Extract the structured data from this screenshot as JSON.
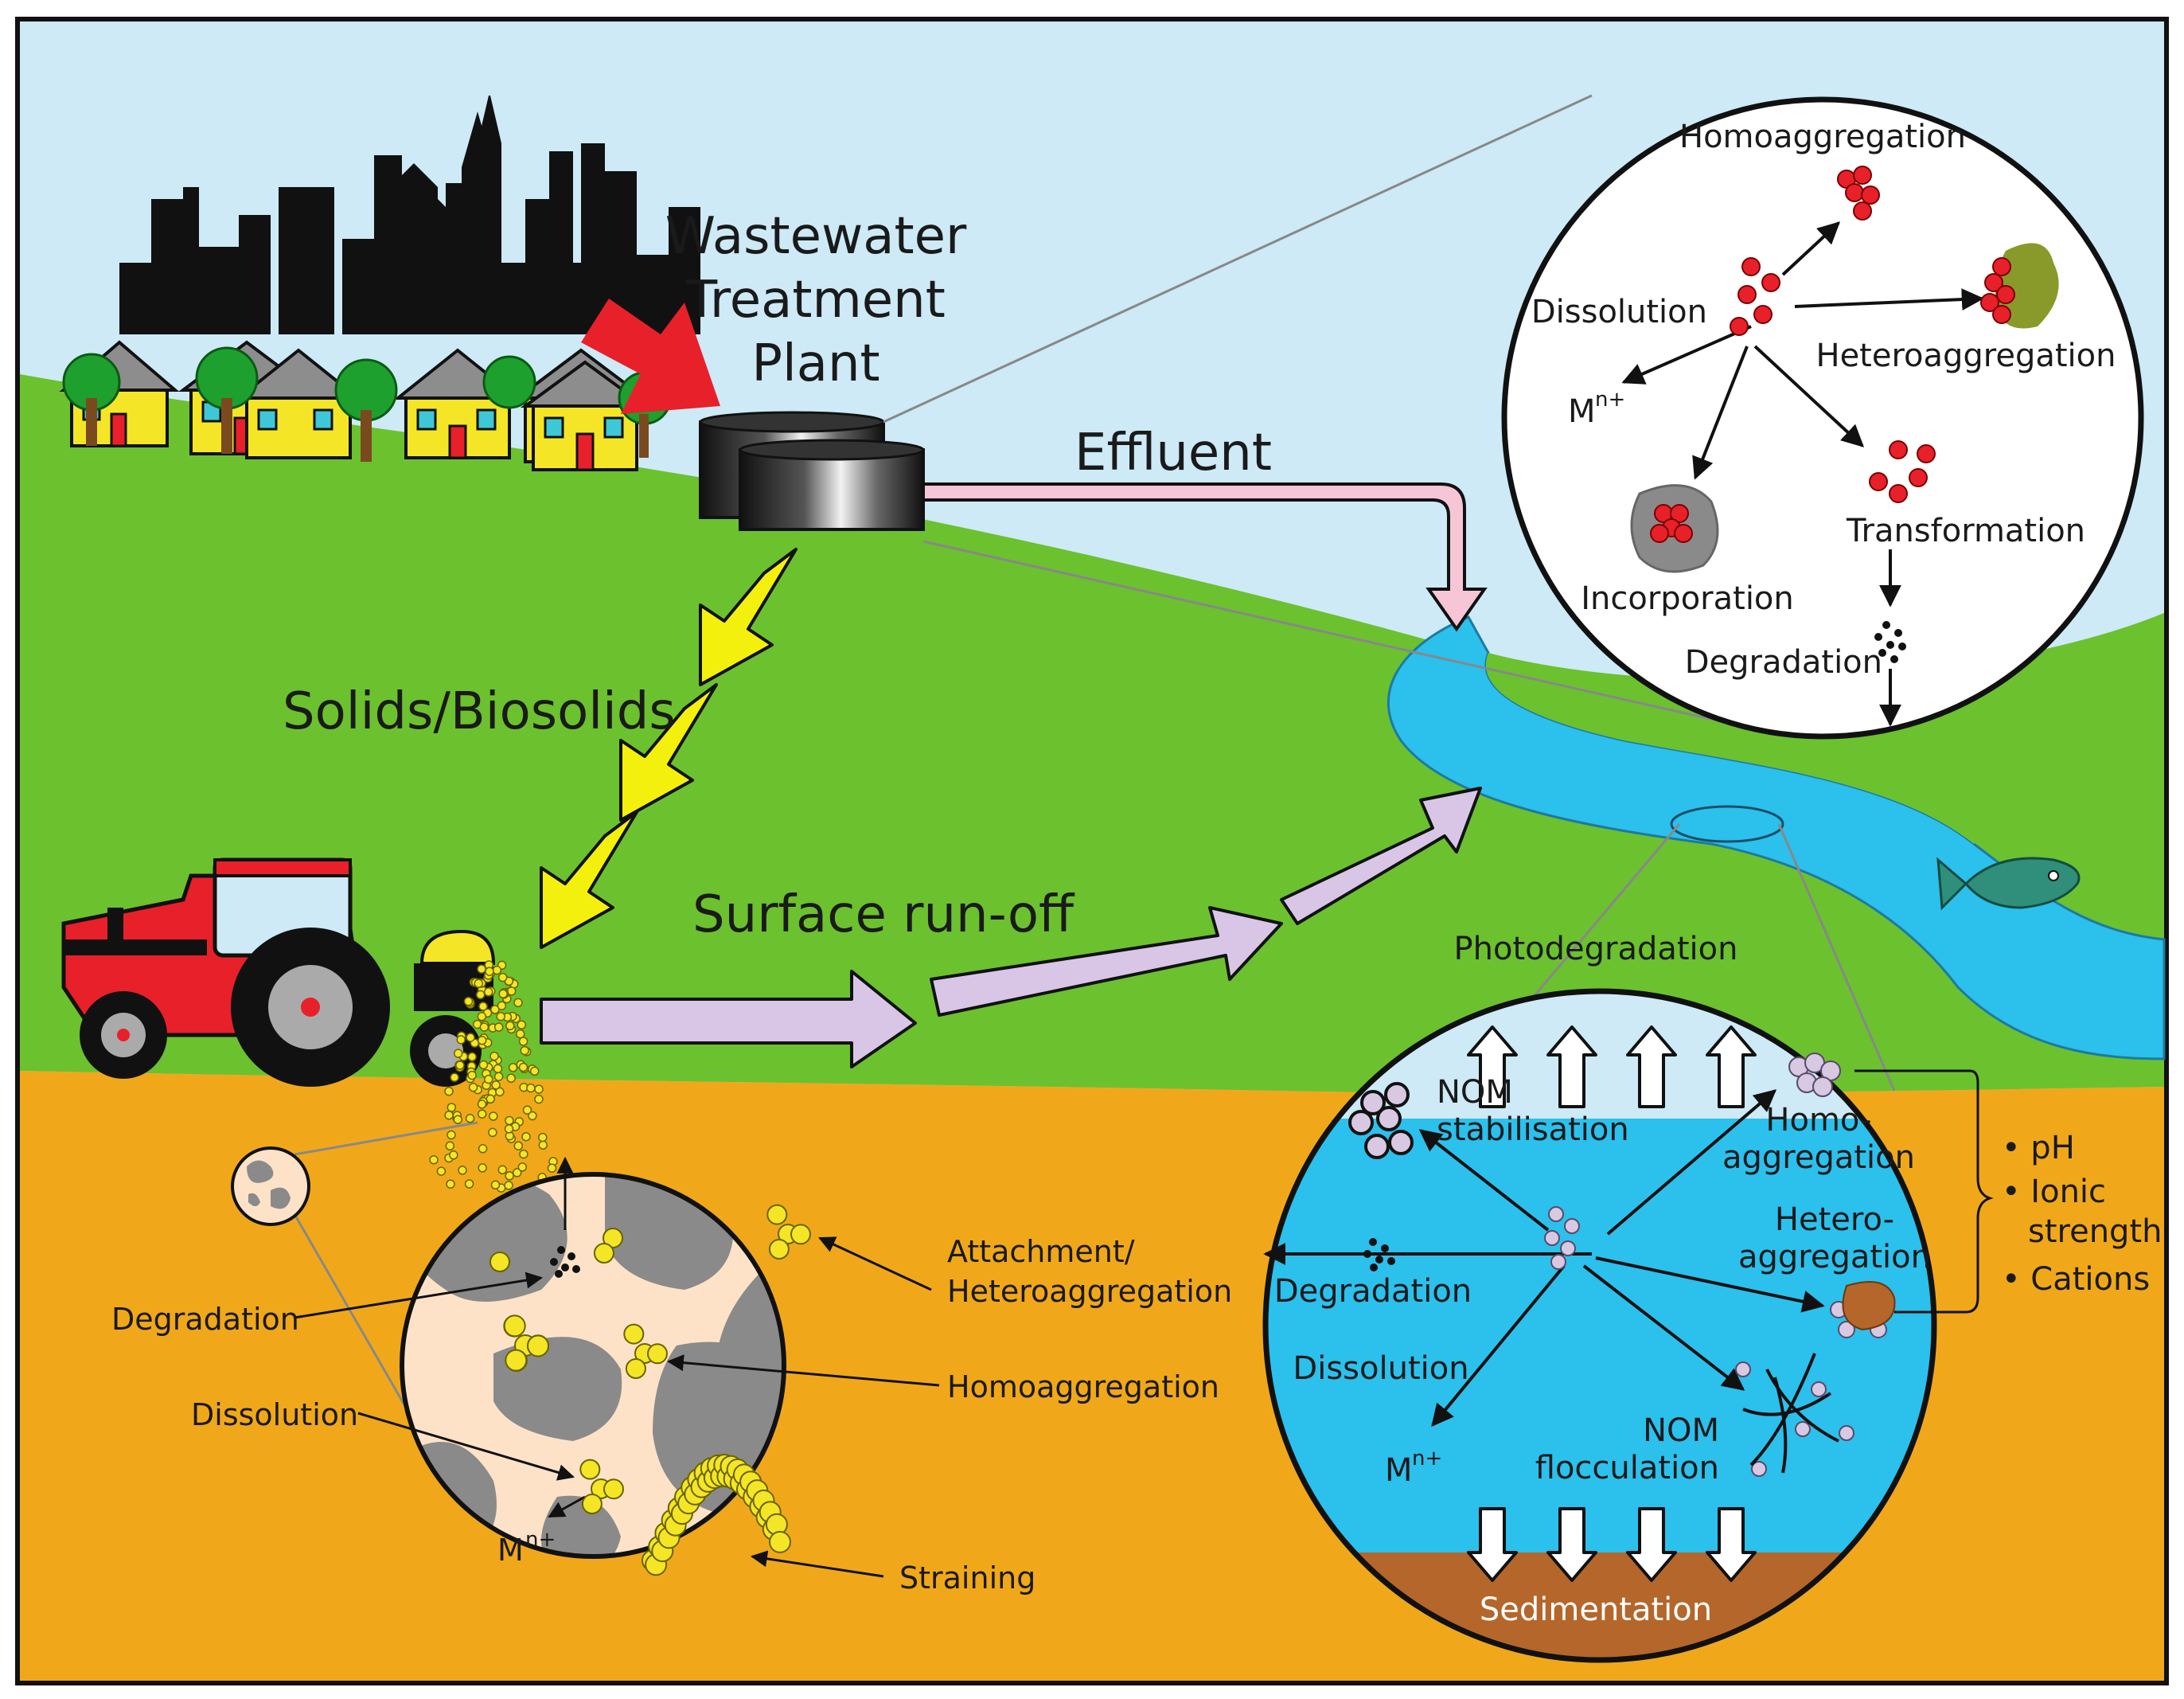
{
  "labels": {
    "wwtp_line1": "Wastewater",
    "wwtp_line2": "Treatment",
    "wwtp_line3": "Plant",
    "effluent": "Effluent",
    "solids": "Solids/Biosolids",
    "runoff": "Surface run-off"
  },
  "top_circle": {
    "homoaggregation": "Homoaggregation",
    "dissolution": "Dissolution",
    "heteroaggregation": "Heteroaggregation",
    "metal_ion": "M",
    "metal_ion_sup": "n+",
    "incorporation": "Incorporation",
    "transformation": "Transformation",
    "degradation": "Degradation"
  },
  "soil_circle": {
    "degradation": "Degradation",
    "dissolution": "Dissolution",
    "metal_ion": "M",
    "metal_ion_sup": "n+",
    "attachment_line1": "Attachment/",
    "attachment_line2": "Heteroaggregation",
    "homoaggregation": "Homoaggregation",
    "straining": "Straining"
  },
  "water_circle": {
    "photodegradation": "Photodegradation",
    "nom_stab_line1": "NOM",
    "nom_stab_line2": "stabilisation",
    "homo_line1": "Homo-",
    "homo_line2": "aggregation",
    "hetero_line1": "Hetero-",
    "hetero_line2": "aggregation",
    "degradation": "Degradation",
    "dissolution": "Dissolution",
    "metal_ion": "M",
    "metal_ion_sup": "n+",
    "nom_floc_line1": "NOM",
    "nom_floc_line2": "flocculation",
    "sedimentation": "Sedimentation"
  },
  "factors": [
    "• pH",
    "• Ionic",
    "strength",
    "• Cations"
  ],
  "colors": {
    "sky": "#cdeaf6",
    "grass": "#6cc12f",
    "soil": "#f0a81a",
    "river": "#2cc0ec",
    "nanoparticle": "#e8202a",
    "soil_particle": "#f2e21a",
    "water_particle": "#d8c8e2",
    "runoff_arrow": "#d9c6e6",
    "effluent_pipe": "#f6c6d6",
    "solids_arrow": "#f4f00e",
    "wwtp_arrow": "#e8202a"
  }
}
